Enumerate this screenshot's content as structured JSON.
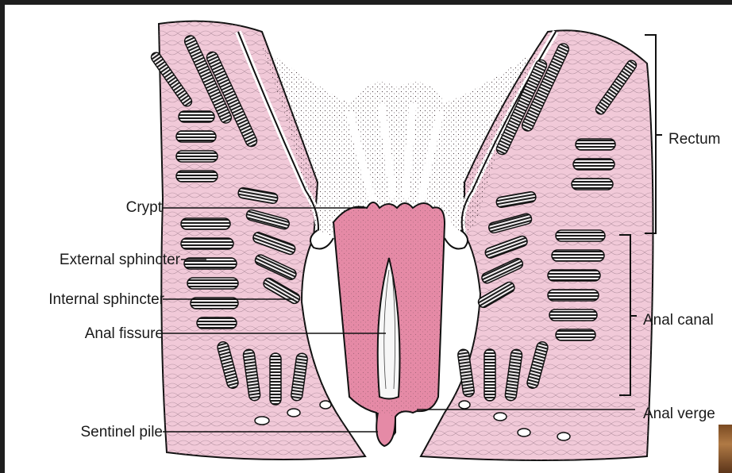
{
  "labels": {
    "rectum": "Rectum",
    "anal_canal": "Anal canal",
    "anal_verge": "Anal verge",
    "crypt": "Crypt",
    "external_sphincter": "External sphincter",
    "internal_sphincter": "Internal sphincter",
    "anal_fissure": "Anal fissure",
    "sentinel_pile": "Sentinel pile"
  },
  "colors": {
    "tissue_pink": "#f1c9d8",
    "mucosa_pink": "#e58aa6",
    "muscle_dark": "#2a2a2a",
    "line": "#111111",
    "frame": "#1e1e1e"
  },
  "icons": {
    "corner_photo": "photo-thumbnail-fragment"
  }
}
